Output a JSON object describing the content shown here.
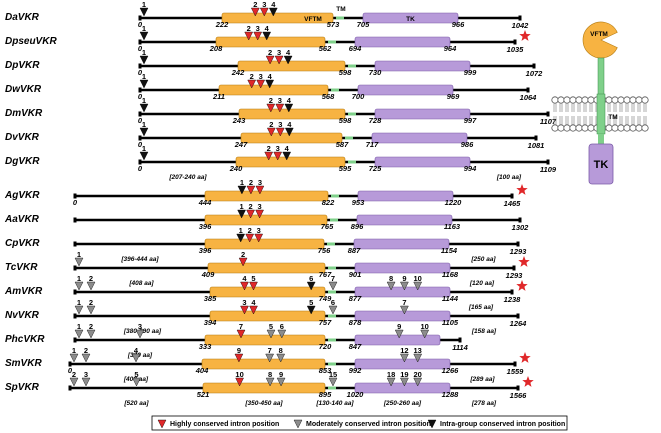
{
  "top_labels": {
    "vftm": "VFTM",
    "tm": "TM",
    "tk": "TK"
  },
  "colors": {
    "vftm": "#f7b342",
    "tk": "#b79ad9",
    "tm": "#7fd08a",
    "highly": "#e0282a",
    "moderate": "#8c8c8c",
    "intra": "#111111",
    "star": "#e0282a",
    "line": "#000000"
  },
  "rows": [
    {
      "name": "DaVKR",
      "start": "0",
      "end": "1042",
      "vftm_s": "222",
      "vftm_e": "573",
      "tk_s": "705",
      "tk_e": "966",
      "vftm_label": "VFTM",
      "tm_label": "TM",
      "tk_label": "TK",
      "star": false,
      "gaps": [],
      "tri": [
        {
          "n": "1",
          "t": "i"
        },
        {
          "n": "2",
          "t": "h"
        },
        {
          "n": "3",
          "t": "h"
        },
        {
          "n": "4",
          "t": "i"
        }
      ]
    },
    {
      "name": "DpseuVKR",
      "start": "0",
      "end": "1035",
      "vftm_s": "208",
      "vftm_e": "562",
      "tk_s": "694",
      "tk_e": "964",
      "star": true,
      "gaps": [],
      "tri": [
        {
          "n": "1",
          "t": "i"
        },
        {
          "n": "2",
          "t": "h"
        },
        {
          "n": "3",
          "t": "h"
        },
        {
          "n": "4",
          "t": "i"
        }
      ]
    },
    {
      "name": "DpVKR",
      "start": "0",
      "end": "1072",
      "vftm_s": "242",
      "vftm_e": "598",
      "tk_s": "730",
      "tk_e": "999",
      "star": false,
      "gaps": [],
      "tri": [
        {
          "n": "1",
          "t": "i"
        },
        {
          "n": "2",
          "t": "h"
        },
        {
          "n": "3",
          "t": "h"
        },
        {
          "n": "4",
          "t": "i"
        }
      ]
    },
    {
      "name": "DwVKR",
      "start": "0",
      "end": "1064",
      "vftm_s": "211",
      "vftm_e": "568",
      "tk_s": "700",
      "tk_e": "969",
      "star": false,
      "gaps": [],
      "tri": [
        {
          "n": "1",
          "t": "i"
        },
        {
          "n": "2",
          "t": "h"
        },
        {
          "n": "3",
          "t": "h"
        },
        {
          "n": "4",
          "t": "i"
        }
      ]
    },
    {
      "name": "DmVKR",
      "start": "0",
      "end": "1107",
      "vftm_s": "243",
      "vftm_e": "598",
      "tk_s": "728",
      "tk_e": "997",
      "star": false,
      "gaps": [],
      "tri": [
        {
          "n": "1",
          "t": "i"
        },
        {
          "n": "2",
          "t": "h"
        },
        {
          "n": "3",
          "t": "h"
        },
        {
          "n": "4",
          "t": "i"
        }
      ]
    },
    {
      "name": "DvVKR",
      "start": "0",
      "end": "1081",
      "vftm_s": "247",
      "vftm_e": "587",
      "tk_s": "717",
      "tk_e": "986",
      "star": false,
      "gaps": [],
      "tri": [
        {
          "n": "1",
          "t": "i"
        },
        {
          "n": "2",
          "t": "h"
        },
        {
          "n": "3",
          "t": "h"
        },
        {
          "n": "4",
          "t": "i"
        }
      ]
    },
    {
      "name": "DgVKR",
      "start": "0",
      "end": "1109",
      "vftm_s": "240",
      "vftm_e": "595",
      "tk_s": "725",
      "tk_e": "994",
      "star": false,
      "gaps": [
        {
          "text": "[207-240 aa]",
          "seg": "a"
        },
        {
          "text": "[100 aa]",
          "seg": "e"
        }
      ],
      "tri": [
        {
          "n": "1",
          "t": "i"
        },
        {
          "n": "2",
          "t": "h"
        },
        {
          "n": "3",
          "t": "h"
        },
        {
          "n": "4",
          "t": "i"
        }
      ]
    },
    {
      "name": "AgVKR",
      "start": "0",
      "end": "1465",
      "vftm_s": "444",
      "vftm_e": "822",
      "tk_s": "953",
      "tk_e": "1220",
      "star": true,
      "gaps": [],
      "tri": [
        {
          "n": "1",
          "t": "i"
        },
        {
          "n": "2",
          "t": "h"
        },
        {
          "n": "3",
          "t": "h"
        }
      ]
    },
    {
      "name": "AaVKR",
      "start": "",
      "end": "1302",
      "vftm_s": "396",
      "vftm_e": "765",
      "tk_s": "896",
      "tk_e": "1163",
      "star": false,
      "gaps": [],
      "tri": [
        {
          "n": "1",
          "t": "i"
        },
        {
          "n": "2",
          "t": "h"
        },
        {
          "n": "3",
          "t": "h"
        }
      ]
    },
    {
      "name": "CpVKR",
      "start": "",
      "end": "1293",
      "vftm_s": "396",
      "vftm_e": "756",
      "tk_s": "887",
      "tk_e": "1154",
      "star": false,
      "gaps": [
        {
          "text": "[396-444 aa]",
          "seg": "a"
        },
        {
          "text": "[250 aa]",
          "seg": "e"
        }
      ],
      "tri": [
        {
          "n": "1",
          "t": "i"
        },
        {
          "n": "2",
          "t": "h"
        },
        {
          "n": "3",
          "t": "h"
        }
      ]
    },
    {
      "name": "TcVKR",
      "start": "",
      "end": "1293",
      "vftm_s": "409",
      "vftm_e": "767",
      "tk_s": "901",
      "tk_e": "1168",
      "star": true,
      "gaps": [
        {
          "text": "[408 aa]",
          "seg": "a"
        },
        {
          "text": "[120 aa]",
          "seg": "e"
        }
      ],
      "tri": [
        {
          "n": "1",
          "t": "m",
          "pos": "a0"
        },
        {
          "n": "2",
          "t": "h"
        }
      ]
    },
    {
      "name": "AmVKR",
      "start": "",
      "end": "1238",
      "vftm_s": "385",
      "vftm_e": "749",
      "tk_s": "877",
      "tk_e": "1144",
      "star": true,
      "gaps": [
        {
          "text": "[165 aa]",
          "seg": "e"
        }
      ],
      "tri": [
        {
          "n": "1",
          "t": "m",
          "pos": "a0"
        },
        {
          "n": "2",
          "t": "m",
          "pos": "a1"
        },
        {
          "n": "4",
          "t": "h"
        },
        {
          "n": "5",
          "t": "h"
        },
        {
          "n": "6",
          "t": "i",
          "pos": "v3"
        },
        {
          "n": "7",
          "t": "m",
          "pos": "tm"
        },
        {
          "n": "8",
          "t": "m",
          "pos": "k1"
        },
        {
          "n": "9",
          "t": "m",
          "pos": "k2"
        },
        {
          "n": "10",
          "t": "m",
          "pos": "k3"
        }
      ]
    },
    {
      "name": "NvVKR",
      "start": "",
      "end": "1264",
      "vftm_s": "394",
      "vftm_e": "757",
      "tk_s": "878",
      "tk_e": "1105",
      "star": false,
      "gaps": [
        {
          "text": "[380-390 aa]",
          "seg": "a"
        },
        {
          "text": "[158 aa]",
          "seg": "e"
        }
      ],
      "tri": [
        {
          "n": "1",
          "t": "m",
          "pos": "a0"
        },
        {
          "n": "2",
          "t": "m",
          "pos": "a1"
        },
        {
          "n": "3",
          "t": "h"
        },
        {
          "n": "4",
          "t": "h"
        },
        {
          "n": "5",
          "t": "i",
          "pos": "v3"
        },
        {
          "n": "6",
          "t": "m",
          "pos": "tm"
        },
        {
          "n": "7",
          "t": "m",
          "pos": "k2"
        }
      ]
    },
    {
      "name": "PhcVKR",
      "start": "",
      "end": "1114",
      "vftm_s": "333",
      "vftm_e": "720",
      "tk_s": "847",
      "tk_e": "",
      "star": false,
      "gaps": [
        {
          "text": "[330 aa]",
          "seg": "a"
        }
      ],
      "tri": [
        {
          "n": "1",
          "t": "m",
          "pos": "a0"
        },
        {
          "n": "2",
          "t": "m",
          "pos": "a1"
        },
        {
          "n": "3",
          "t": "m",
          "pos": "a2"
        },
        {
          "n": "5",
          "t": "m",
          "pos": "v0"
        },
        {
          "n": "6",
          "t": "m",
          "pos": "v1"
        },
        {
          "n": "7",
          "t": "h"
        },
        {
          "n": "9",
          "t": "m",
          "pos": "k2"
        },
        {
          "n": "10",
          "t": "m",
          "pos": "k4"
        }
      ]
    },
    {
      "name": "SmVKR",
      "start": "0",
      "end": "1559",
      "vftm_s": "404",
      "vftm_e": "853",
      "tk_s": "992",
      "tk_e": "1266",
      "star": true,
      "gaps": [
        {
          "text": "[400 aa]",
          "seg": "a"
        },
        {
          "text": "[289 aa]",
          "seg": "e"
        }
      ],
      "tri": [
        {
          "n": "1",
          "t": "m",
          "pos": "a0"
        },
        {
          "n": "2",
          "t": "m",
          "pos": "a1"
        },
        {
          "n": "4",
          "t": "m",
          "pos": "a2"
        },
        {
          "n": "7",
          "t": "m",
          "pos": "v0"
        },
        {
          "n": "8",
          "t": "m",
          "pos": "v1"
        },
        {
          "n": "9",
          "t": "h"
        },
        {
          "n": "12",
          "t": "m",
          "pos": "k2"
        },
        {
          "n": "13",
          "t": "m",
          "pos": "k3"
        }
      ]
    },
    {
      "name": "SpVKR",
      "start": "",
      "end": "1566",
      "vftm_s": "521",
      "vftm_e": "895",
      "tk_s": "1020",
      "tk_e": "1288",
      "star": true,
      "gaps": [
        {
          "text": "[520 aa]",
          "seg": "a"
        },
        {
          "text": "[350-450 aa]",
          "seg": "v"
        },
        {
          "text": "[130-140 aa]",
          "seg": "t"
        },
        {
          "text": "[250-260 aa]",
          "seg": "k"
        },
        {
          "text": "[278 aa]",
          "seg": "e"
        }
      ],
      "tri": [
        {
          "n": "2",
          "t": "m",
          "pos": "a0"
        },
        {
          "n": "3",
          "t": "m",
          "pos": "a1"
        },
        {
          "n": "5",
          "t": "m",
          "pos": "a2"
        },
        {
          "n": "8",
          "t": "m",
          "pos": "v0"
        },
        {
          "n": "9",
          "t": "m",
          "pos": "v1"
        },
        {
          "n": "10",
          "t": "h"
        },
        {
          "n": "15",
          "t": "m",
          "pos": "tm"
        },
        {
          "n": "18",
          "t": "m",
          "pos": "k1"
        },
        {
          "n": "19",
          "t": "m",
          "pos": "k2"
        },
        {
          "n": "20",
          "t": "m",
          "pos": "k3"
        }
      ]
    }
  ],
  "schematic": {
    "vftm": "VFTM",
    "tm": "TM",
    "tk": "TK"
  },
  "legend": {
    "highly": "Highly  conserved intron position",
    "moderate": "Moderately conserved intron position",
    "intra": "Intra-group conserved intron position"
  }
}
